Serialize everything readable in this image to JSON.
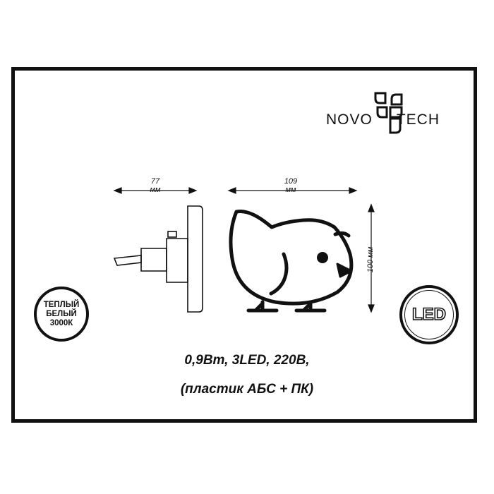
{
  "brand": {
    "left": "NOVO",
    "right": "TECH"
  },
  "dimensions": {
    "depth": {
      "value": "77",
      "unit": "мм"
    },
    "width": {
      "value": "109",
      "unit": "мм"
    },
    "height": {
      "value": "100",
      "unit": "мм"
    }
  },
  "badge": {
    "line1": "ТЕПЛЫЙ",
    "line2": "БЕЛЫЙ",
    "line3": "3000К"
  },
  "led_label": "LED",
  "specs": {
    "line1": "0,9Вт, 3LED, 220В,",
    "line2": "(пластик АБС + ПК)"
  }
}
